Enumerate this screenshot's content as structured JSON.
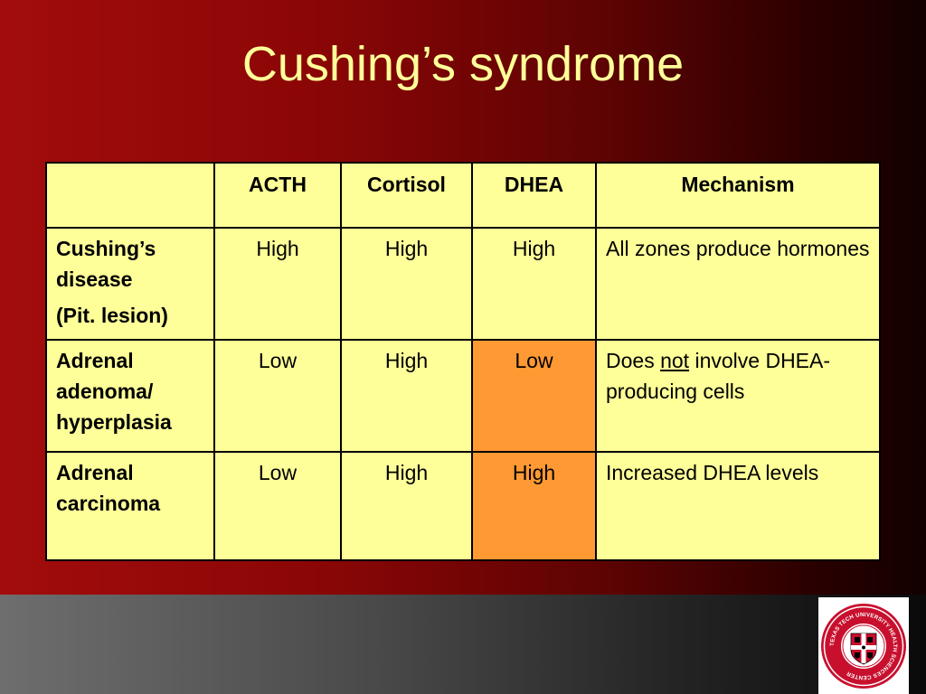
{
  "slide": {
    "title": "Cushing’s syndrome"
  },
  "table": {
    "headers": [
      "",
      "ACTH",
      "Cortisol",
      "DHEA",
      "Mechanism"
    ],
    "rows": [
      {
        "label_lines": [
          "Cushing’s disease",
          "(Pit. lesion)"
        ],
        "acth": "High",
        "cortisol": "High",
        "dhea": "High",
        "mechanism": "All zones produce hormones"
      },
      {
        "label": "Adrenal adenoma/ hyperplasia",
        "acth": "Low",
        "cortisol": "High",
        "dhea": "Low",
        "mechanism_before": "Does ",
        "mechanism_emph": "not",
        "mechanism_after": " involve DHEA-producing cells"
      },
      {
        "label": "Adrenal carcinoma",
        "acth": "Low",
        "cortisol": "High",
        "dhea": "High",
        "mechanism": "Increased DHEA levels"
      }
    ]
  },
  "logo": {
    "text": "TEXAS TECH UNIVERSITY HEALTH SCIENCES CENTER",
    "icon": "university-seal-icon"
  },
  "colors": {
    "title": "#ffff99",
    "table_bg": "#ffff99",
    "highlight": "#ff9933",
    "background_start": "#a30c0c",
    "background_end": "#120000"
  }
}
